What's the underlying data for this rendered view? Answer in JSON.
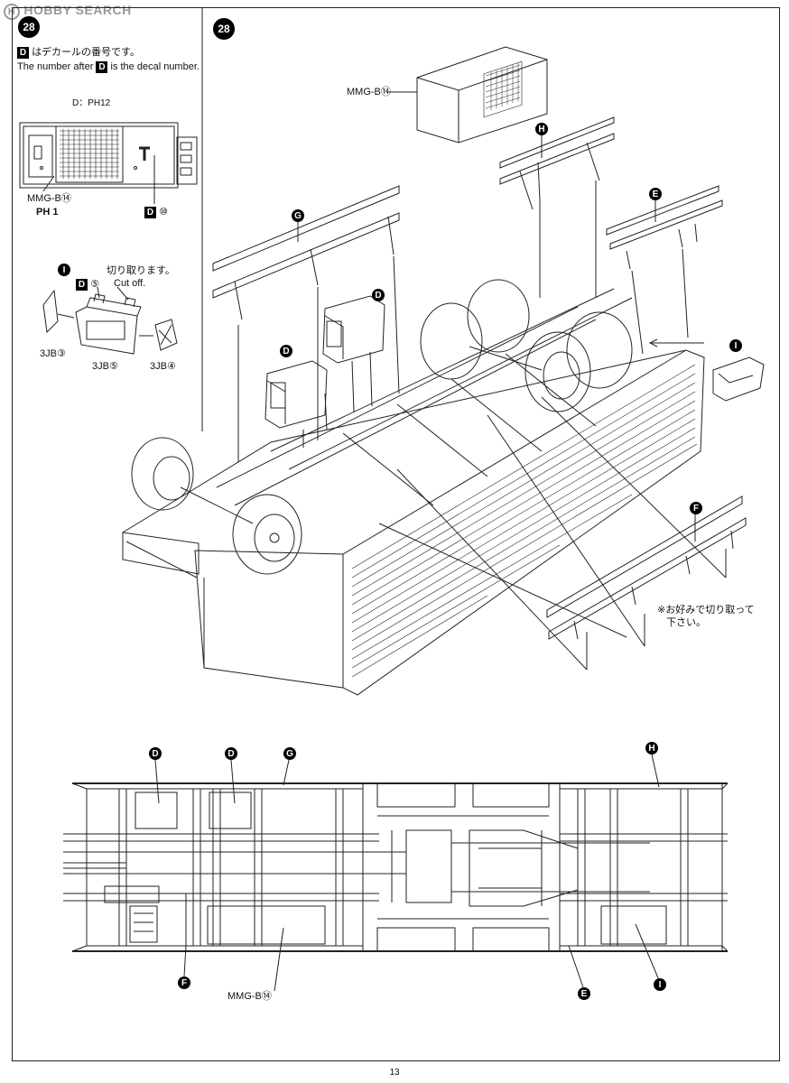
{
  "watermark": {
    "logo": "H",
    "text": "HOBBY SEARCH"
  },
  "page_number": "13",
  "left_panel": {
    "step": "28",
    "decal_note_jp": "はデカールの番号です。",
    "decal_note_en_1": "The number after",
    "decal_note_en_2": "is the decal number.",
    "d_letter": "D",
    "small_ref": "D：PH12",
    "callout_mmg": "MMG-B⑭",
    "callout_ph1": "PH 1",
    "callout_d10": "⑩",
    "battery_marker": "I",
    "cutoff_jp": "切り取ります。",
    "cutoff_en": "Cut off.",
    "d5": "⑤",
    "label_3jb3": "3JB③",
    "label_3jb5": "3JB⑤",
    "label_3jb4": "3JB④"
  },
  "main_panel": {
    "step": "28",
    "mmg_top": "MMG-B⑭",
    "marker_H": "H",
    "marker_E": "E",
    "marker_G": "G",
    "marker_D1": "D",
    "marker_D2": "D",
    "marker_I": "I",
    "marker_F": "F",
    "note_jp_1": "※お好みで切り取って",
    "note_jp_2": "下さい。"
  },
  "bottom_view": {
    "marker_D1": "D",
    "marker_D2": "D",
    "marker_G": "G",
    "marker_H": "H",
    "marker_F": "F",
    "marker_E": "E",
    "marker_I": "I",
    "mmg_label": "MMG-B⑭"
  }
}
